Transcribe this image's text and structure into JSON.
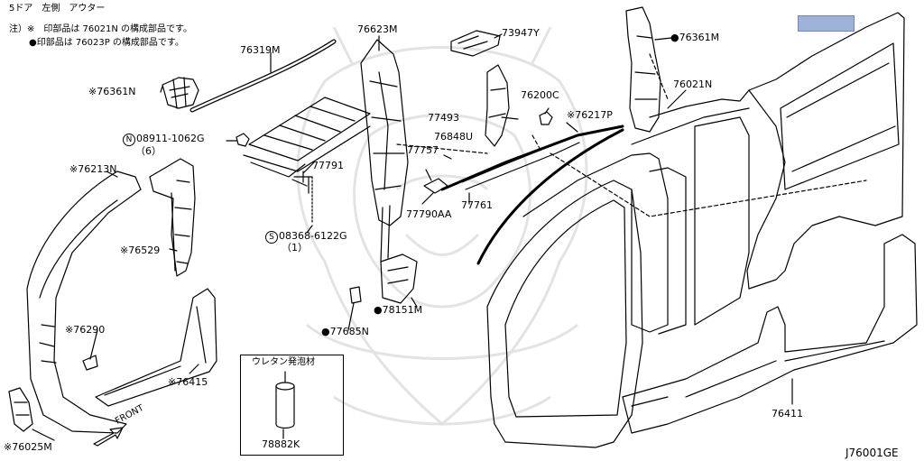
{
  "header": {
    "title": "5ドア　左側　アウター",
    "note1": "注）※　印部品は 76021N の構成部品です。",
    "note2": "●印部品は 76023P の構成部品です。"
  },
  "diagram_code": "J76001GE",
  "front_label": "FRONT",
  "inset_title": "ウレタン発泡材",
  "parts": {
    "p76319M": "76319M",
    "p76623M": "76623M",
    "p73947Y": "73947Y",
    "p76361M_r": "●76361M",
    "p76361N": "※76361N",
    "p76021N": "76021N",
    "p76200C": "76200C",
    "p77493": "77493",
    "p76217P": "※76217P",
    "p08911": "08911-1062G",
    "p08911_qty": "（6）",
    "p77791": "77791",
    "p76848U": "76848U",
    "p77757": "77757",
    "p76213N": "※76213N",
    "p77761": "77761",
    "p77790AA": "77790AA",
    "p08368": "08368-6122G",
    "p08368_qty": "（1）",
    "p76529": "※76529",
    "p78151M": "●78151M",
    "p76290": "※76290",
    "p77685N": "●77685N",
    "p76415": "※76415",
    "p78882K": "78882K",
    "p76411": "76411",
    "p76025M": "※76025M"
  },
  "colors": {
    "line": "#000000",
    "watermark": "#e4e4e4",
    "tag": "#9fb2d8"
  }
}
